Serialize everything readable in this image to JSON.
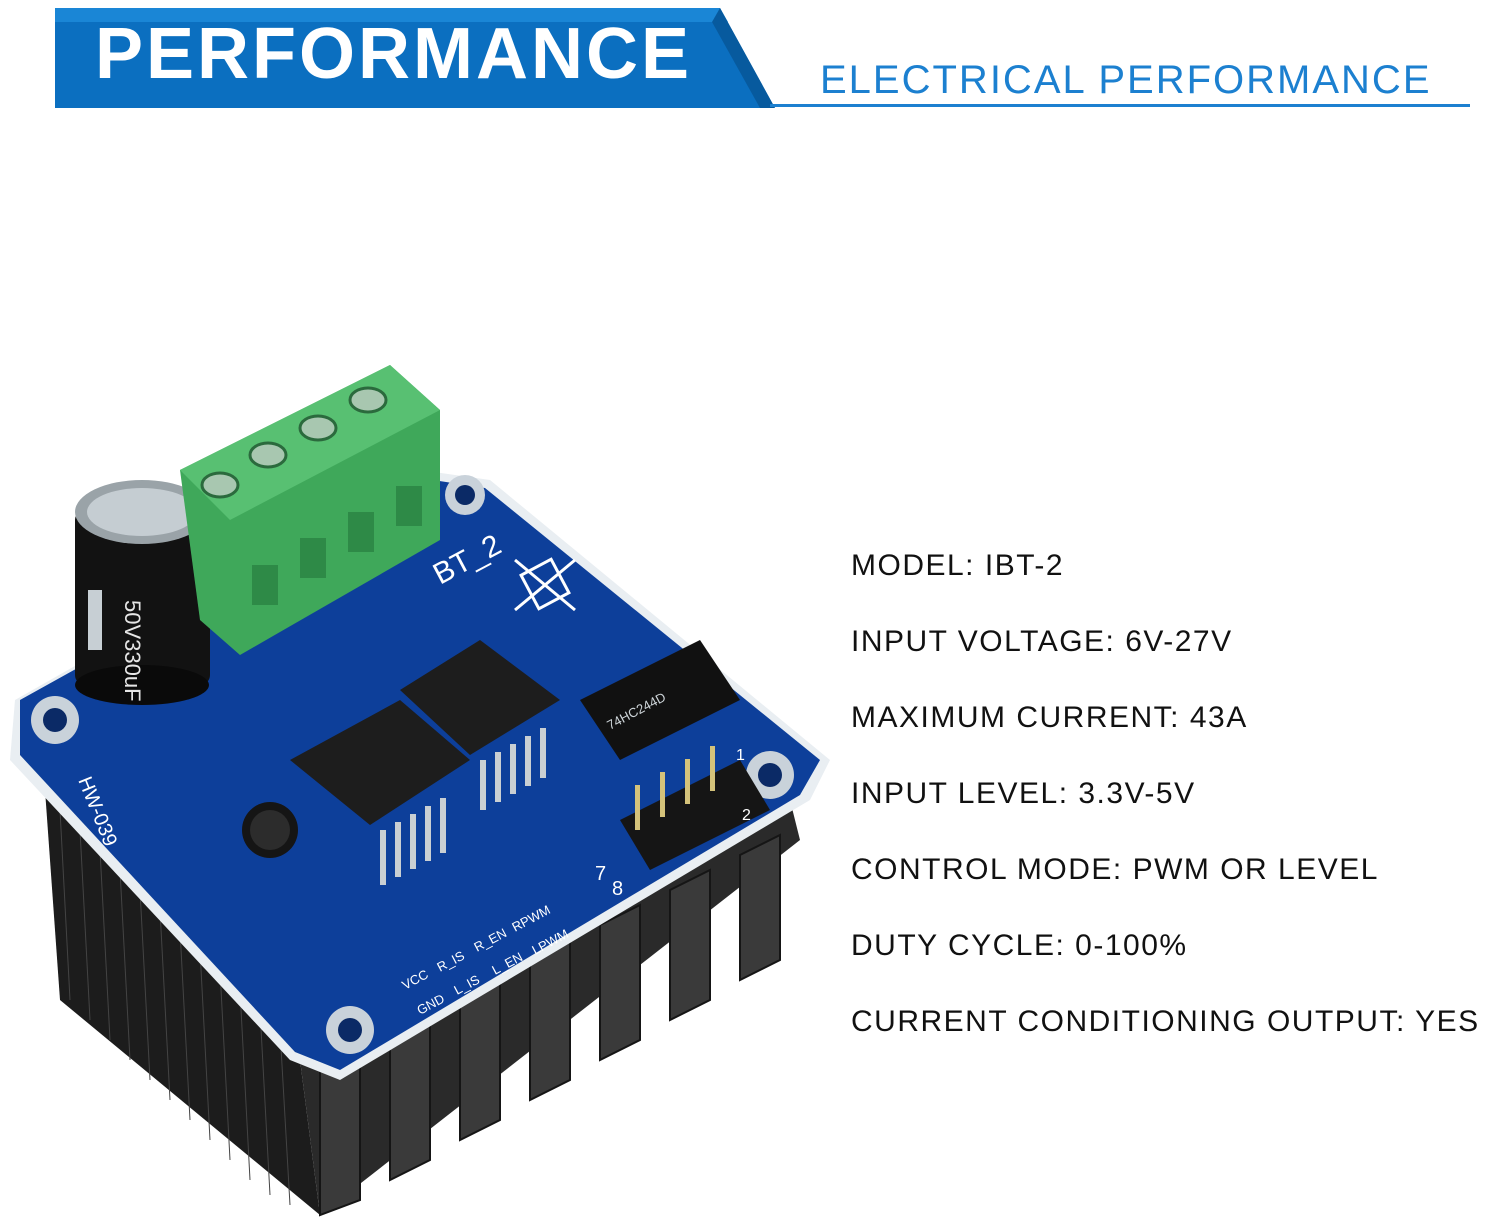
{
  "header": {
    "title": "PERFORMANCE",
    "subtitle": "ELECTRICAL PERFORMANCE",
    "colors": {
      "banner": "#0b6fc0",
      "banner_dark": "#075a9e",
      "subtitle": "#1c80d0"
    }
  },
  "product": {
    "board_label": "BT_2",
    "model_silk": "HW-039",
    "capacitor_label": "50V330uF",
    "ic_label": "74HC244D",
    "pin_labels": [
      "VCC",
      "R_IS",
      "R_EN",
      "RPWM",
      "GND",
      "L_IS",
      "L_EN",
      "LPWM"
    ],
    "pin_numbers": [
      "7",
      "8",
      "1",
      "2"
    ],
    "colors": {
      "pcb": "#0d3f9a",
      "terminal": "#3fa85a",
      "heatsink": "#2b2b2b"
    }
  },
  "specs": [
    "MODEL: IBT-2",
    "INPUT VOLTAGE: 6V-27V",
    "MAXIMUM CURRENT: 43A",
    "INPUT LEVEL: 3.3V-5V",
    "CONTROL MODE: PWM OR LEVEL",
    "DUTY CYCLE: 0-100%",
    "CURRENT CONDITIONING OUTPUT: YES"
  ]
}
